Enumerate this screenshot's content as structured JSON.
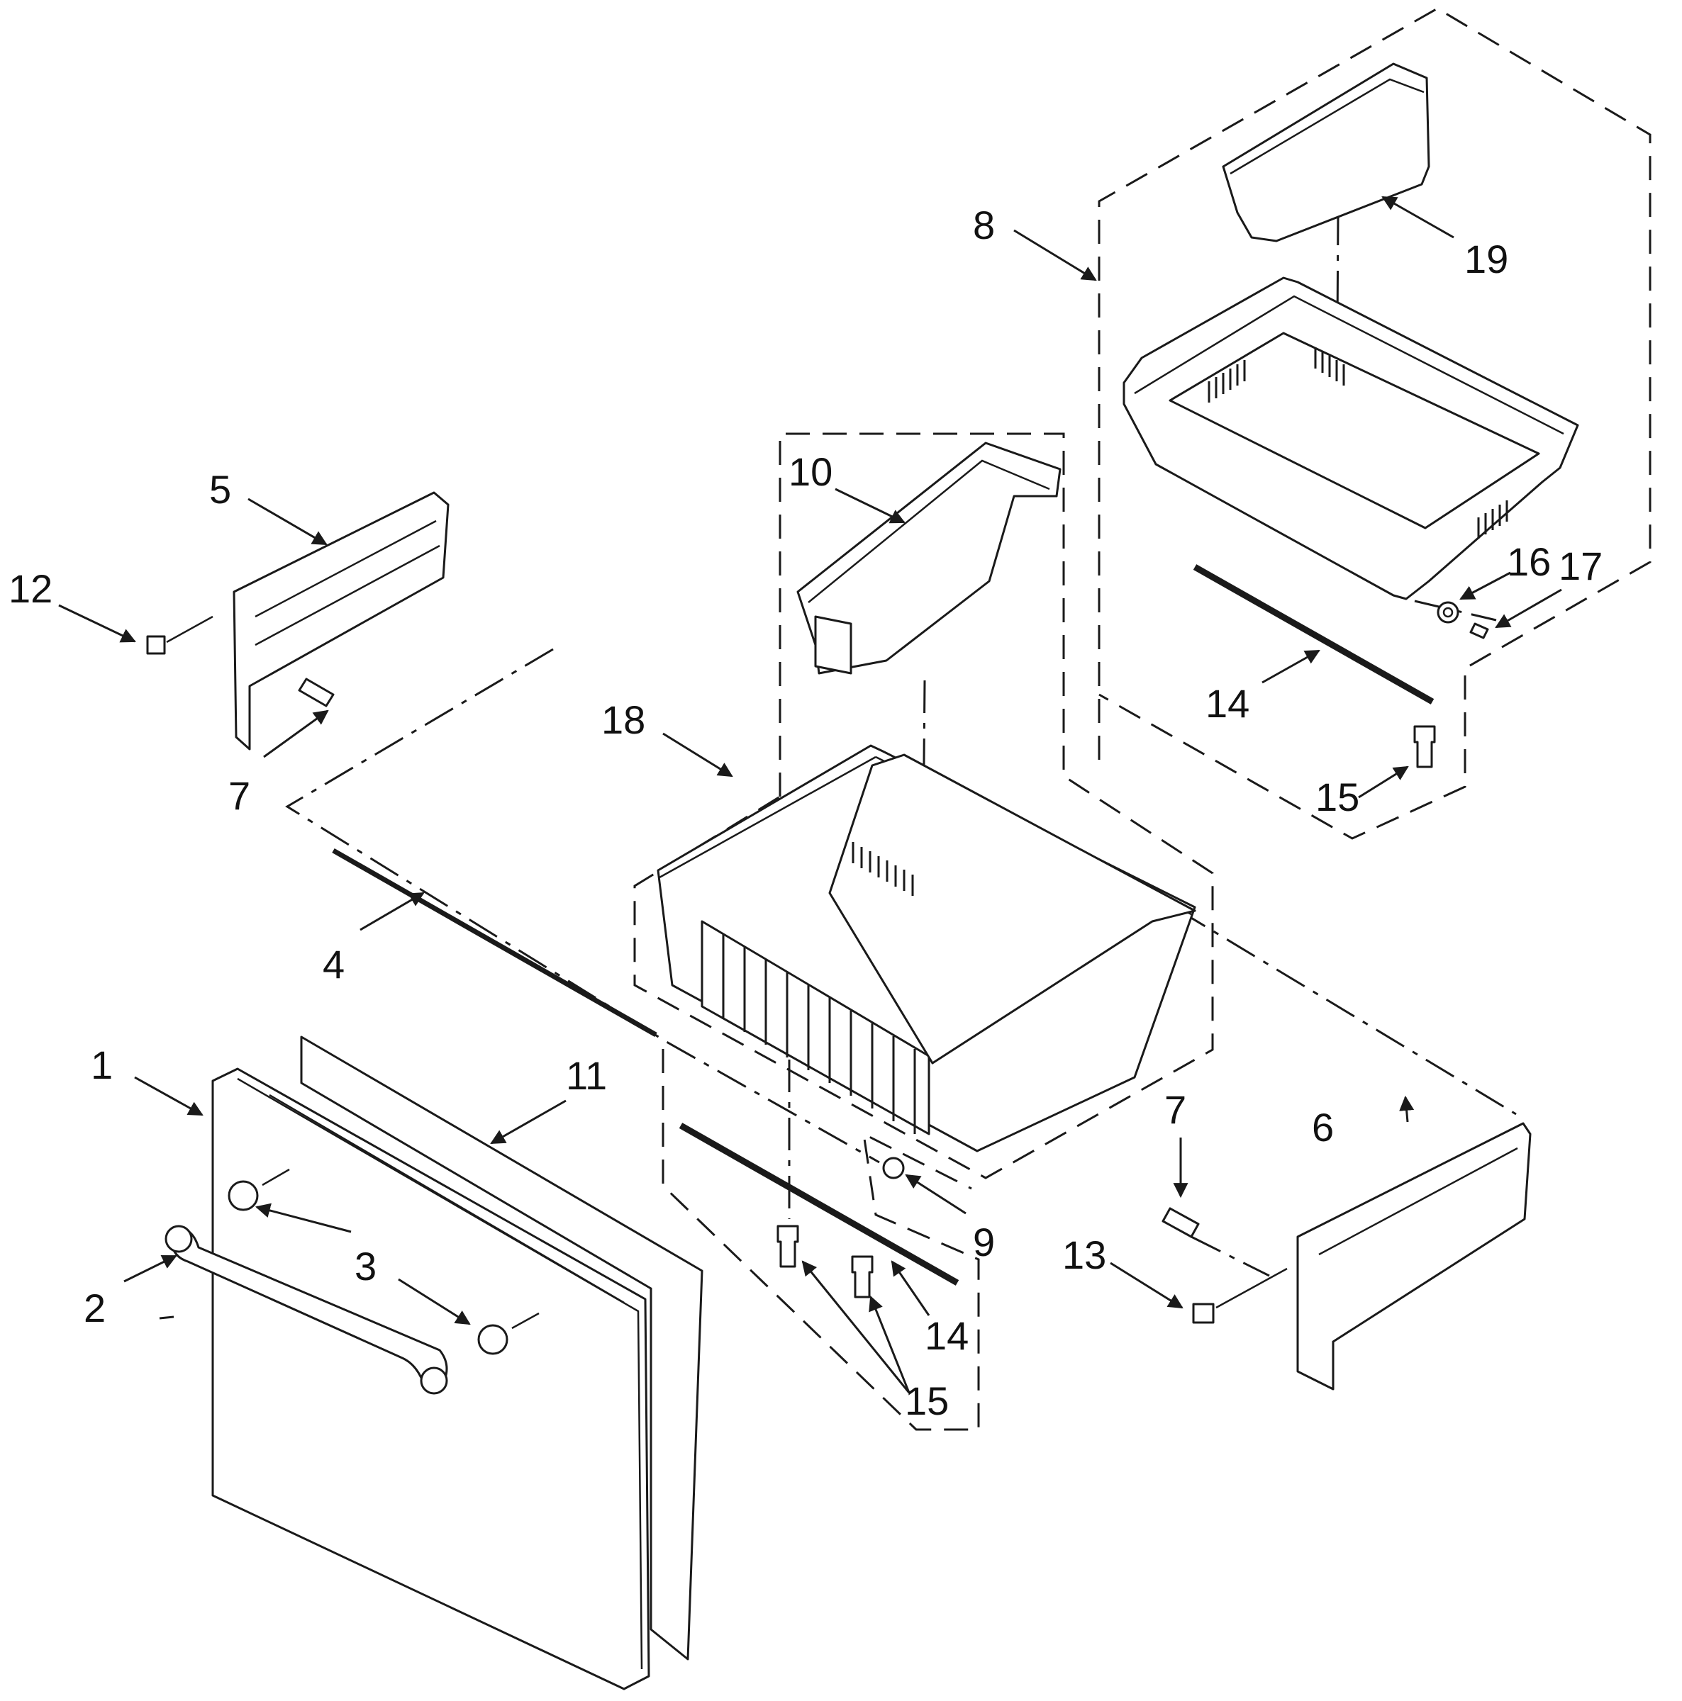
{
  "diagram": {
    "type": "exploded-parts-diagram",
    "callouts": {
      "c1": "1",
      "c2": "2",
      "c3": "3",
      "c4": "4",
      "c5": "5",
      "c6": "6",
      "c7a": "7",
      "c7b": "7",
      "c8": "8",
      "c9": "9",
      "c10": "10",
      "c11": "11",
      "c12": "12",
      "c13": "13",
      "c14a": "14",
      "c14b": "14",
      "c15a": "15",
      "c15b": "15",
      "c16": "16",
      "c17": "17",
      "c18": "18",
      "c19": "19"
    },
    "colors": {
      "line": "#1a1a1a",
      "background": "#ffffff"
    }
  }
}
